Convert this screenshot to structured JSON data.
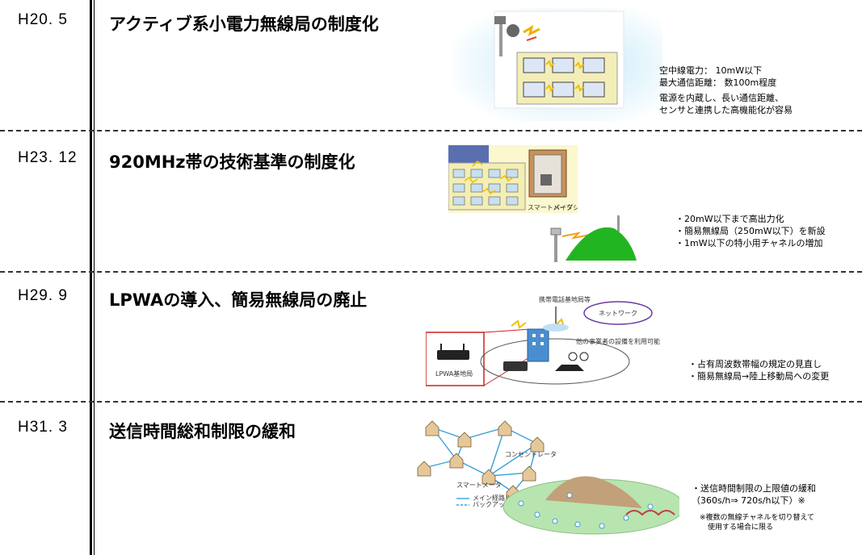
{
  "rows": [
    {
      "date": "H20.  5",
      "title": "アクティブ系小電力無線局の制度化",
      "notes": [
        "空中線電力：  10mW以下",
        "最大通信距離：  数100m程度",
        "電源を内蔵し、長い通信距離、",
        "センサと連携した高機能化が容易"
      ]
    },
    {
      "date": "H23. 12",
      "title": "920MHz帯の技術基準の制度化",
      "notes": [
        "・20mW以下まで高出力化",
        "・簡易無線局（250mW以下）を新設",
        "・1mW以下の特小用チャネルの増加"
      ],
      "image_labels": [
        "スマートメータ",
        "パイプシャフト"
      ]
    },
    {
      "date": "H29.  9",
      "title": "LPWAの導入、簡易無線局の廃止",
      "notes": [
        "・占有周波数帯幅の規定の見直し",
        "・簡易無線局→陸上移動局への変更"
      ],
      "image_labels": [
        "携帯電話基地局等",
        "ネットワーク",
        "他の事業者の設備を利用可能",
        "LPWA基地局"
      ]
    },
    {
      "date": "H31.  3",
      "title": "送信時間総和制限の緩和",
      "notes": [
        "・送信時間制限の上限値の緩和",
        "（360s/h⇒ 720s/h以下）※"
      ],
      "footnote": [
        "※複数の無線チャネルを切り替えて",
        "使用する場合に限る"
      ],
      "image_labels": [
        "スマートメータ",
        "メイン経路ルート",
        "バックアップ経路ルート",
        "コンセントレータ"
      ]
    }
  ],
  "colors": {
    "accent_green": "#22a822",
    "radio_yellow": "#f0c000",
    "glow_blue": "#bfe8f8",
    "lpwa_red": "#cc2222",
    "mesh_blue": "#3aa0d8"
  }
}
